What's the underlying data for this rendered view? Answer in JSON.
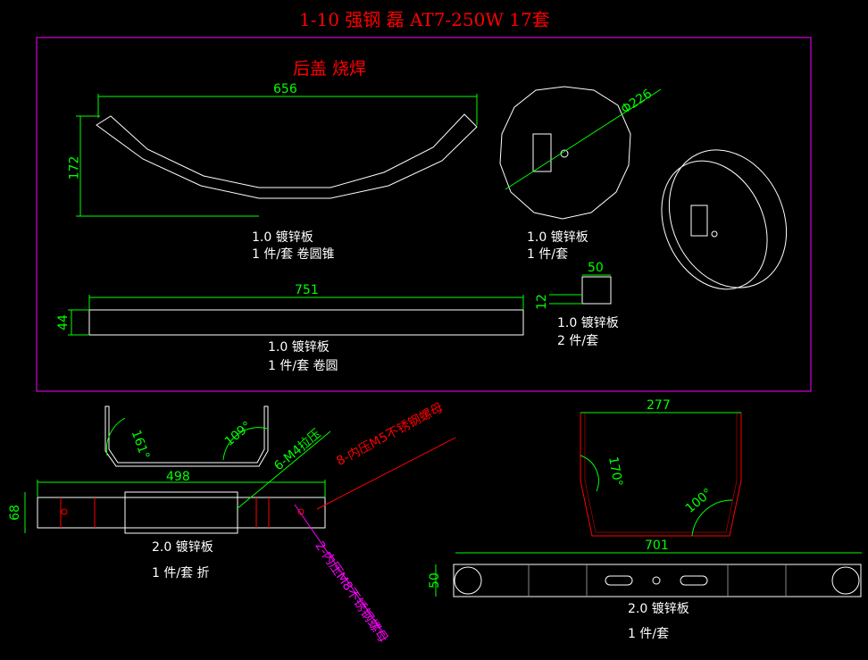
{
  "title": "1-10 强钢 磊 AT7-250W  17套",
  "section_title": "后盖 烧焊",
  "parts": [
    {
      "dims": [
        "656",
        "172"
      ],
      "material": "1.0 镀锌板",
      "qty": "1 件/套 卷圆锥"
    },
    {
      "dims": [
        "Φ226"
      ],
      "material": "1.0 镀锌板",
      "qty": "1 件/套"
    },
    {
      "dims": [
        "751",
        "44"
      ],
      "material": "1.0 镀锌板",
      "qty": "1 件/套 卷圆"
    },
    {
      "dims": [
        "50",
        "12"
      ],
      "material": "1.0 镀锌板",
      "qty": "2 件/套"
    },
    {
      "dims": [
        "498",
        "68",
        "161°",
        "109°"
      ],
      "material": "2.0 镀锌板",
      "qty": "1 件/套 折",
      "notes": [
        "6-M4拉压",
        "8-内压M5不锈钢螺母",
        "2-内压M8不锈钢螺母"
      ]
    },
    {
      "dims": [
        "277",
        "170°",
        "100°",
        "701",
        "50"
      ],
      "material": "2.0 镀锌板",
      "qty": "1 件/套"
    }
  ],
  "colors": {
    "frame": "#ff00ff",
    "dim": "#00ff00",
    "title": "#ff0000",
    "line": "#ffffff"
  }
}
